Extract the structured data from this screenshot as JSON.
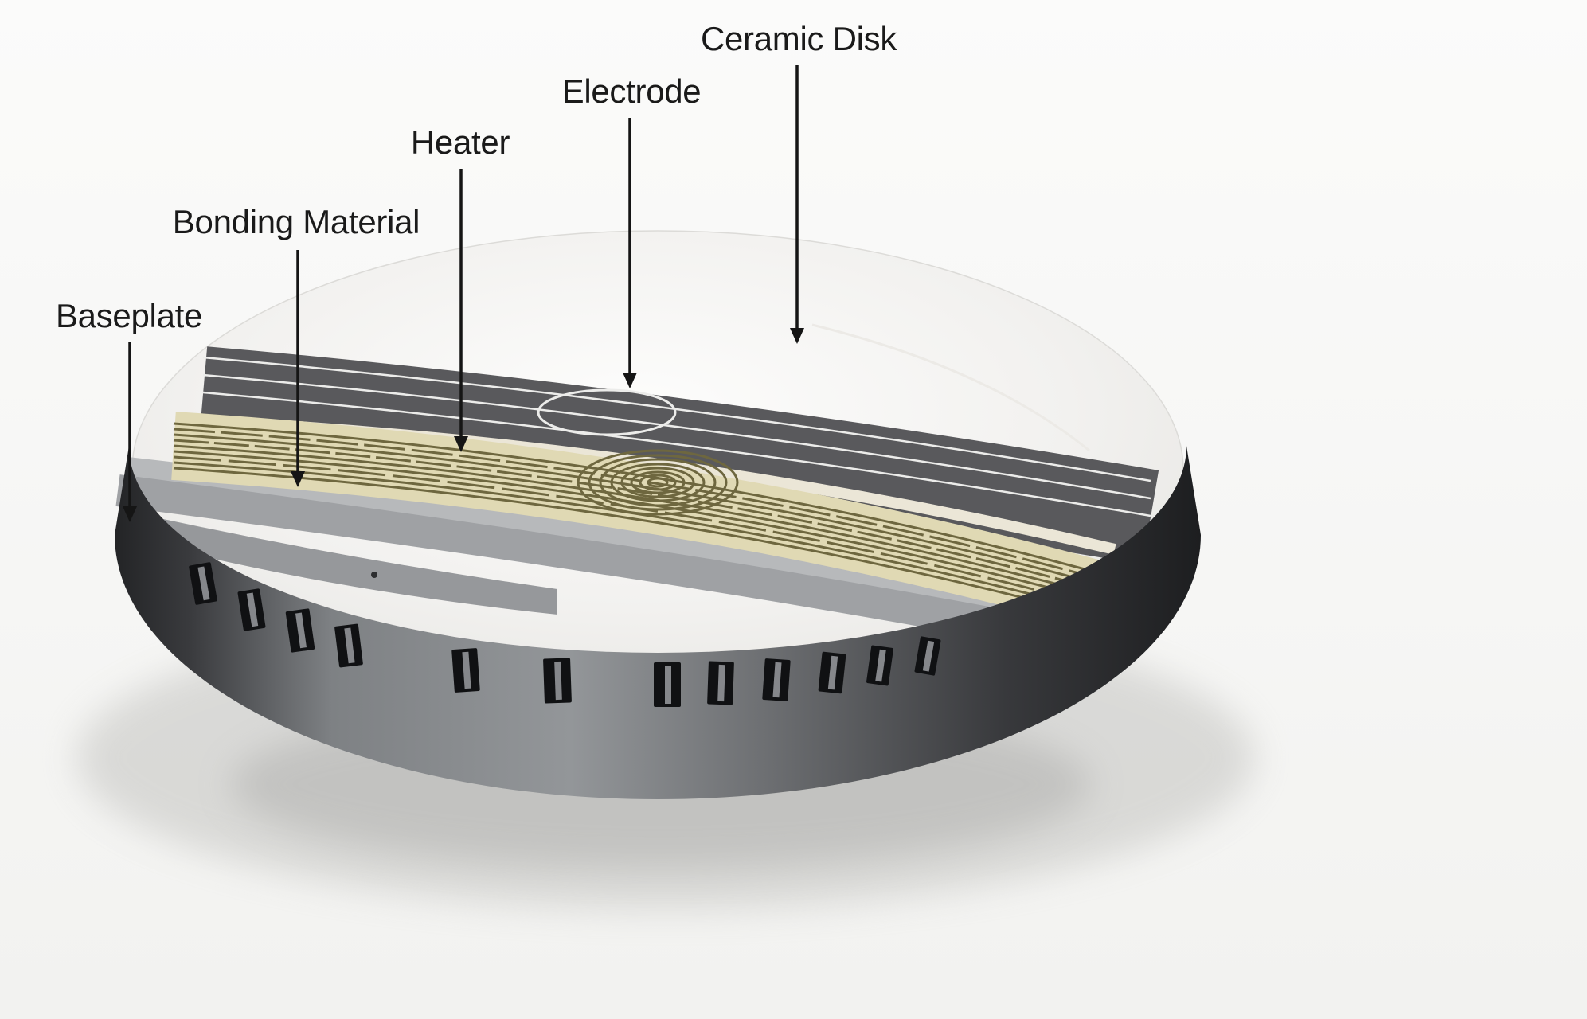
{
  "figure": {
    "labels": {
      "ceramic_disk": "Ceramic Disk",
      "electrode": "Electrode",
      "heater": "Heater",
      "bonding_material": "Bonding Material",
      "baseplate": "Baseplate"
    },
    "colors": {
      "background": "#fafaf8",
      "ceramic": "#f2f1ee",
      "electrode": "#59595c",
      "electrode_pattern_lines": "#ececea",
      "heater_base": "#e0d9b4",
      "heater_lines": "#6e673f",
      "bonding": "#b7b9bb",
      "baseplate_top": "#9fa1a4",
      "baseplate_dark": "#2f3032",
      "label_text": "#1a1a1a",
      "arrow": "#151515"
    }
  }
}
